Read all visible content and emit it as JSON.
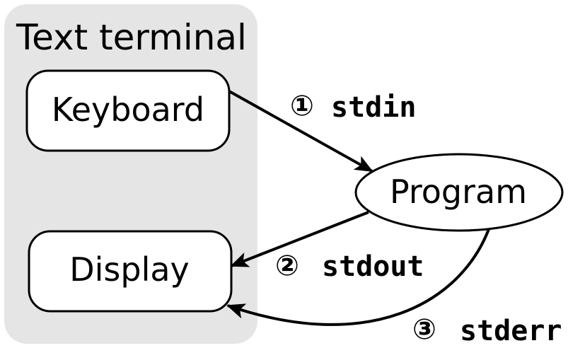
{
  "terminal": {
    "title": "Text terminal",
    "background": "#e5e5e5"
  },
  "nodes": {
    "keyboard": "Keyboard",
    "display": "Display",
    "program": "Program"
  },
  "streams": {
    "stdin": {
      "number": "①",
      "name": "stdin"
    },
    "stdout": {
      "number": "②",
      "name": "stdout"
    },
    "stderr": {
      "number": "③",
      "name": "stderr"
    }
  },
  "colors": {
    "stroke": "#000000",
    "node_fill": "#ffffff"
  }
}
